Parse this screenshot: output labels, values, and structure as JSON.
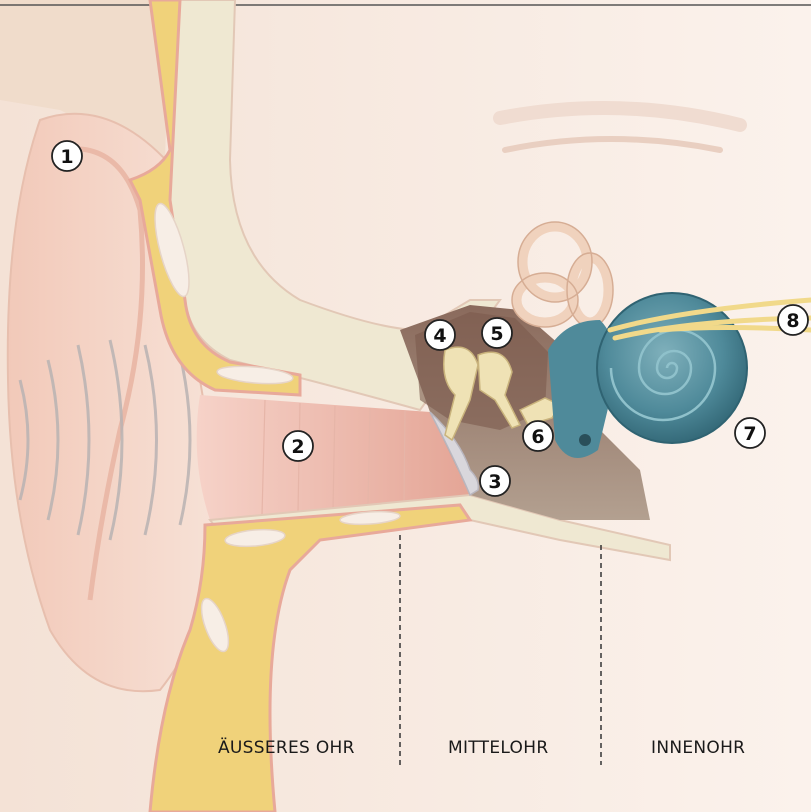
{
  "callouts": [
    {
      "num": "1"
    },
    {
      "num": "2"
    },
    {
      "num": "3"
    },
    {
      "num": "4"
    },
    {
      "num": "5"
    },
    {
      "num": "6"
    },
    {
      "num": "7"
    },
    {
      "num": "8"
    }
  ],
  "regions": {
    "outer_ear": "ÄUSSERES OHR",
    "middle_ear": "MITTELOHR",
    "inner_ear": "INNENOHR"
  },
  "colors": {
    "skin": "#f3ddd0",
    "bone": "#efe8d2",
    "fat": "#f0d27a",
    "canal": "#e8a99a",
    "cavity": "#9c8372",
    "cochlea": "#4f8a9a",
    "nerve": "#f1d98a"
  }
}
